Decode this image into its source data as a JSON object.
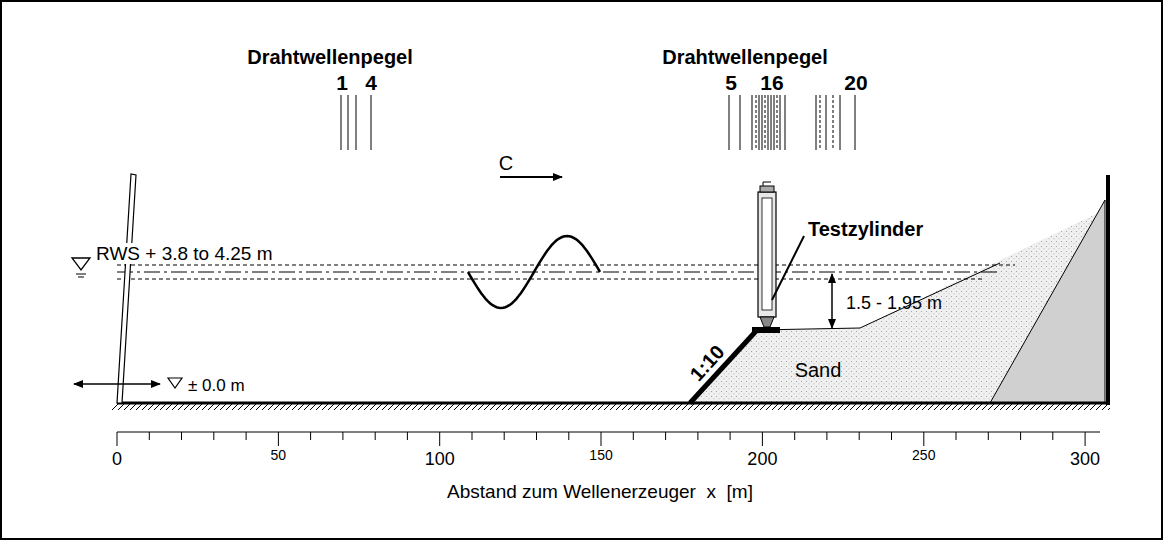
{
  "diagram": {
    "labels": [
      "Drahtwellenpegel",
      "Drahtwellenpegel",
      "1",
      "4",
      "5",
      "16",
      "20",
      "C",
      "RWS + 3.8 to 4.25 m",
      "Testzylinder",
      "1.5 - 1.95 m",
      "1:10",
      "Sand",
      "± 0.0 m",
      "0",
      "50",
      "100",
      "150",
      "200",
      "250",
      "300",
      "Abstand zum Wellenerzeuger  x  [m]"
    ]
  }
}
